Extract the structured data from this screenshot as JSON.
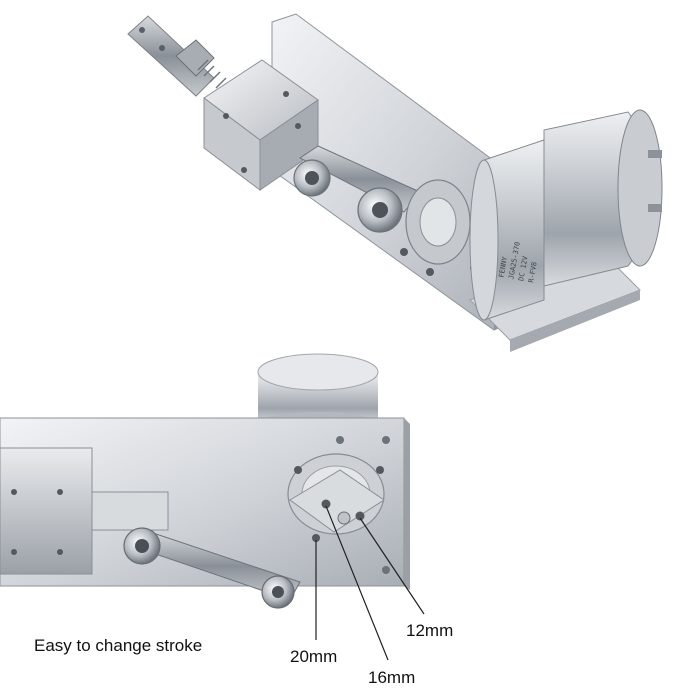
{
  "captions": {
    "stroke_note": "Easy to change stroke",
    "hole_20": "20mm",
    "hole_16": "16mm",
    "hole_12": "12mm"
  },
  "motor_label": [
    "FENNY",
    "JGA25-370",
    "DC 12V",
    "R-FV8"
  ]
}
